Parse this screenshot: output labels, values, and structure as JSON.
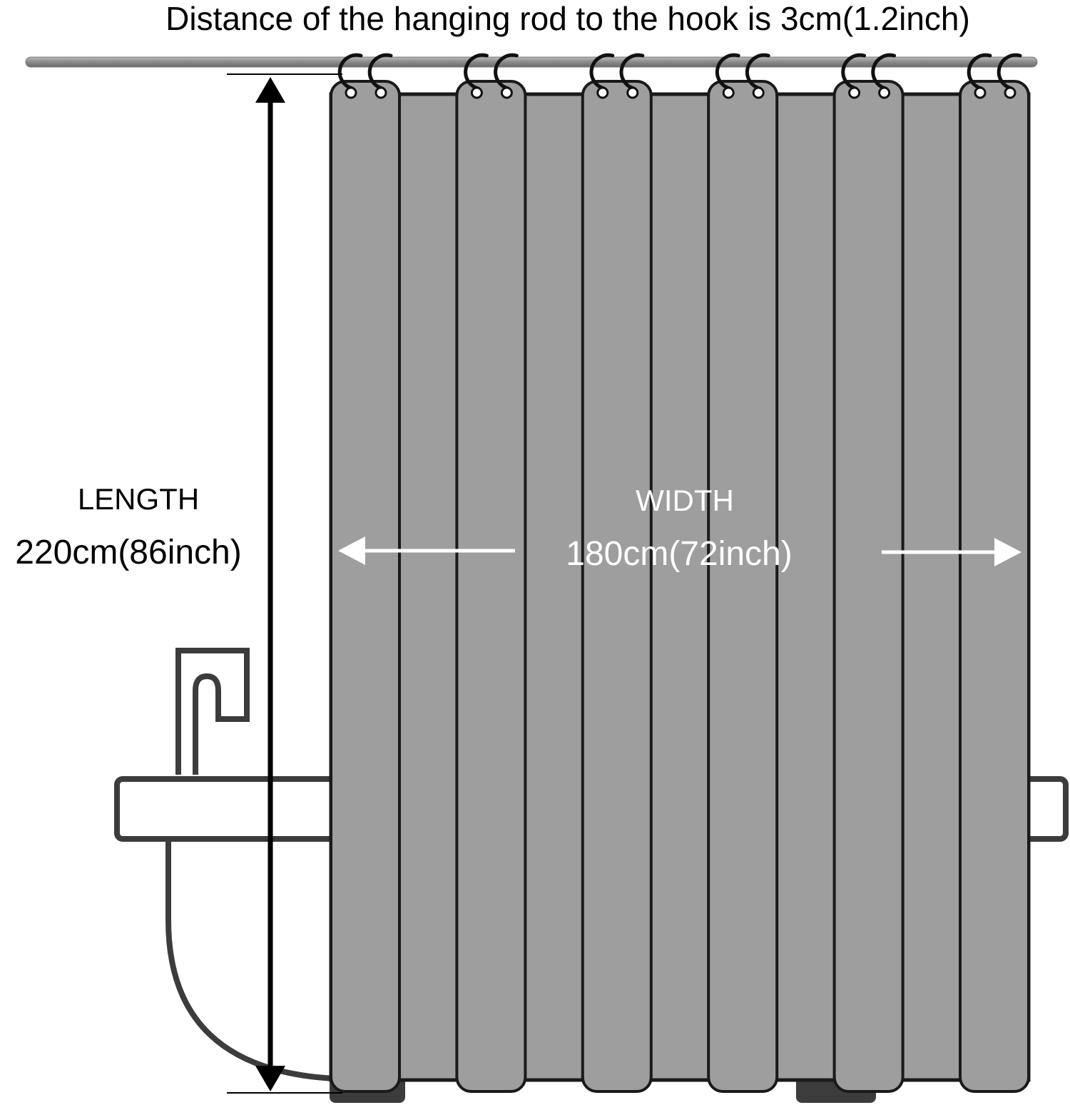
{
  "heading": "Distance of the hanging rod to the hook is 3cm(1.2inch)",
  "length": {
    "label": "LENGTH",
    "value": "220cm(86inch)"
  },
  "width": {
    "label": "WIDTH",
    "value": "180cm(72inch)"
  },
  "colors": {
    "curtain": "#9e9e9e",
    "outline": "#1a1a1a",
    "rod": "#8c8c8c",
    "tub": "#3c3c3c",
    "dimension_dark": "#000000",
    "dimension_light": "#ffffff"
  },
  "curtain": {
    "pleats": 6,
    "rings_per_pleat": 2
  }
}
